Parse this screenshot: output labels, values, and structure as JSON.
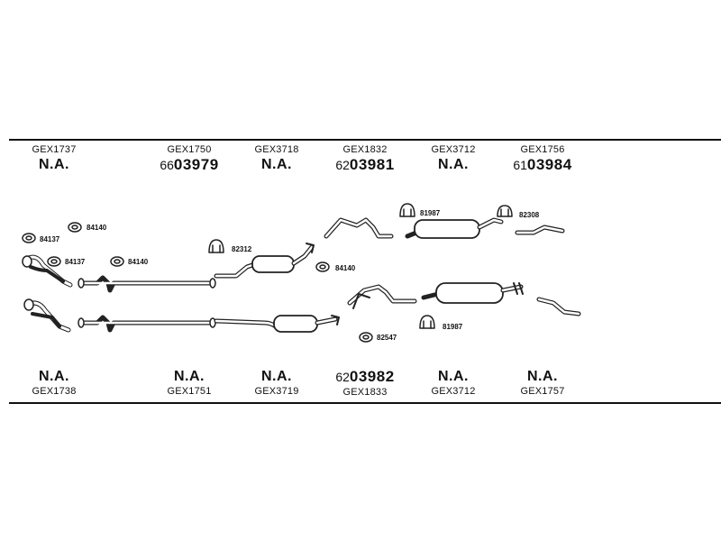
{
  "top_row": [
    {
      "code": "GEX1737",
      "prefix": "",
      "number": "N.A."
    },
    {
      "code": "GEX1750",
      "prefix": "66",
      "number": "03979"
    },
    {
      "code": "GEX3718",
      "prefix": "",
      "number": "N.A."
    },
    {
      "code": "GEX1832",
      "prefix": "62",
      "number": "03981"
    },
    {
      "code": "GEX3712",
      "prefix": "",
      "number": "N.A."
    },
    {
      "code": "GEX1756",
      "prefix": "61",
      "number": "03984"
    }
  ],
  "bottom_row": [
    {
      "code": "GEX1738",
      "prefix": "",
      "number": "N.A."
    },
    {
      "code": "GEX1751",
      "prefix": "",
      "number": "N.A."
    },
    {
      "code": "GEX3719",
      "prefix": "",
      "number": "N.A."
    },
    {
      "code": "GEX1833",
      "prefix": "62",
      "number": "03982"
    },
    {
      "code": "GEX3712",
      "prefix": "",
      "number": "N.A."
    },
    {
      "code": "GEX1757",
      "prefix": "",
      "number": "N.A."
    }
  ],
  "part_labels": {
    "gasket_a": "84140",
    "gasket_b": "84137",
    "gasket_c": "84137",
    "gasket_d": "84140",
    "clamp_a": "82312",
    "gasket_e": "84140",
    "clamp_b": "81987",
    "clamp_c": "82308",
    "clamp_d": "82547",
    "clamp_e": "81987"
  }
}
